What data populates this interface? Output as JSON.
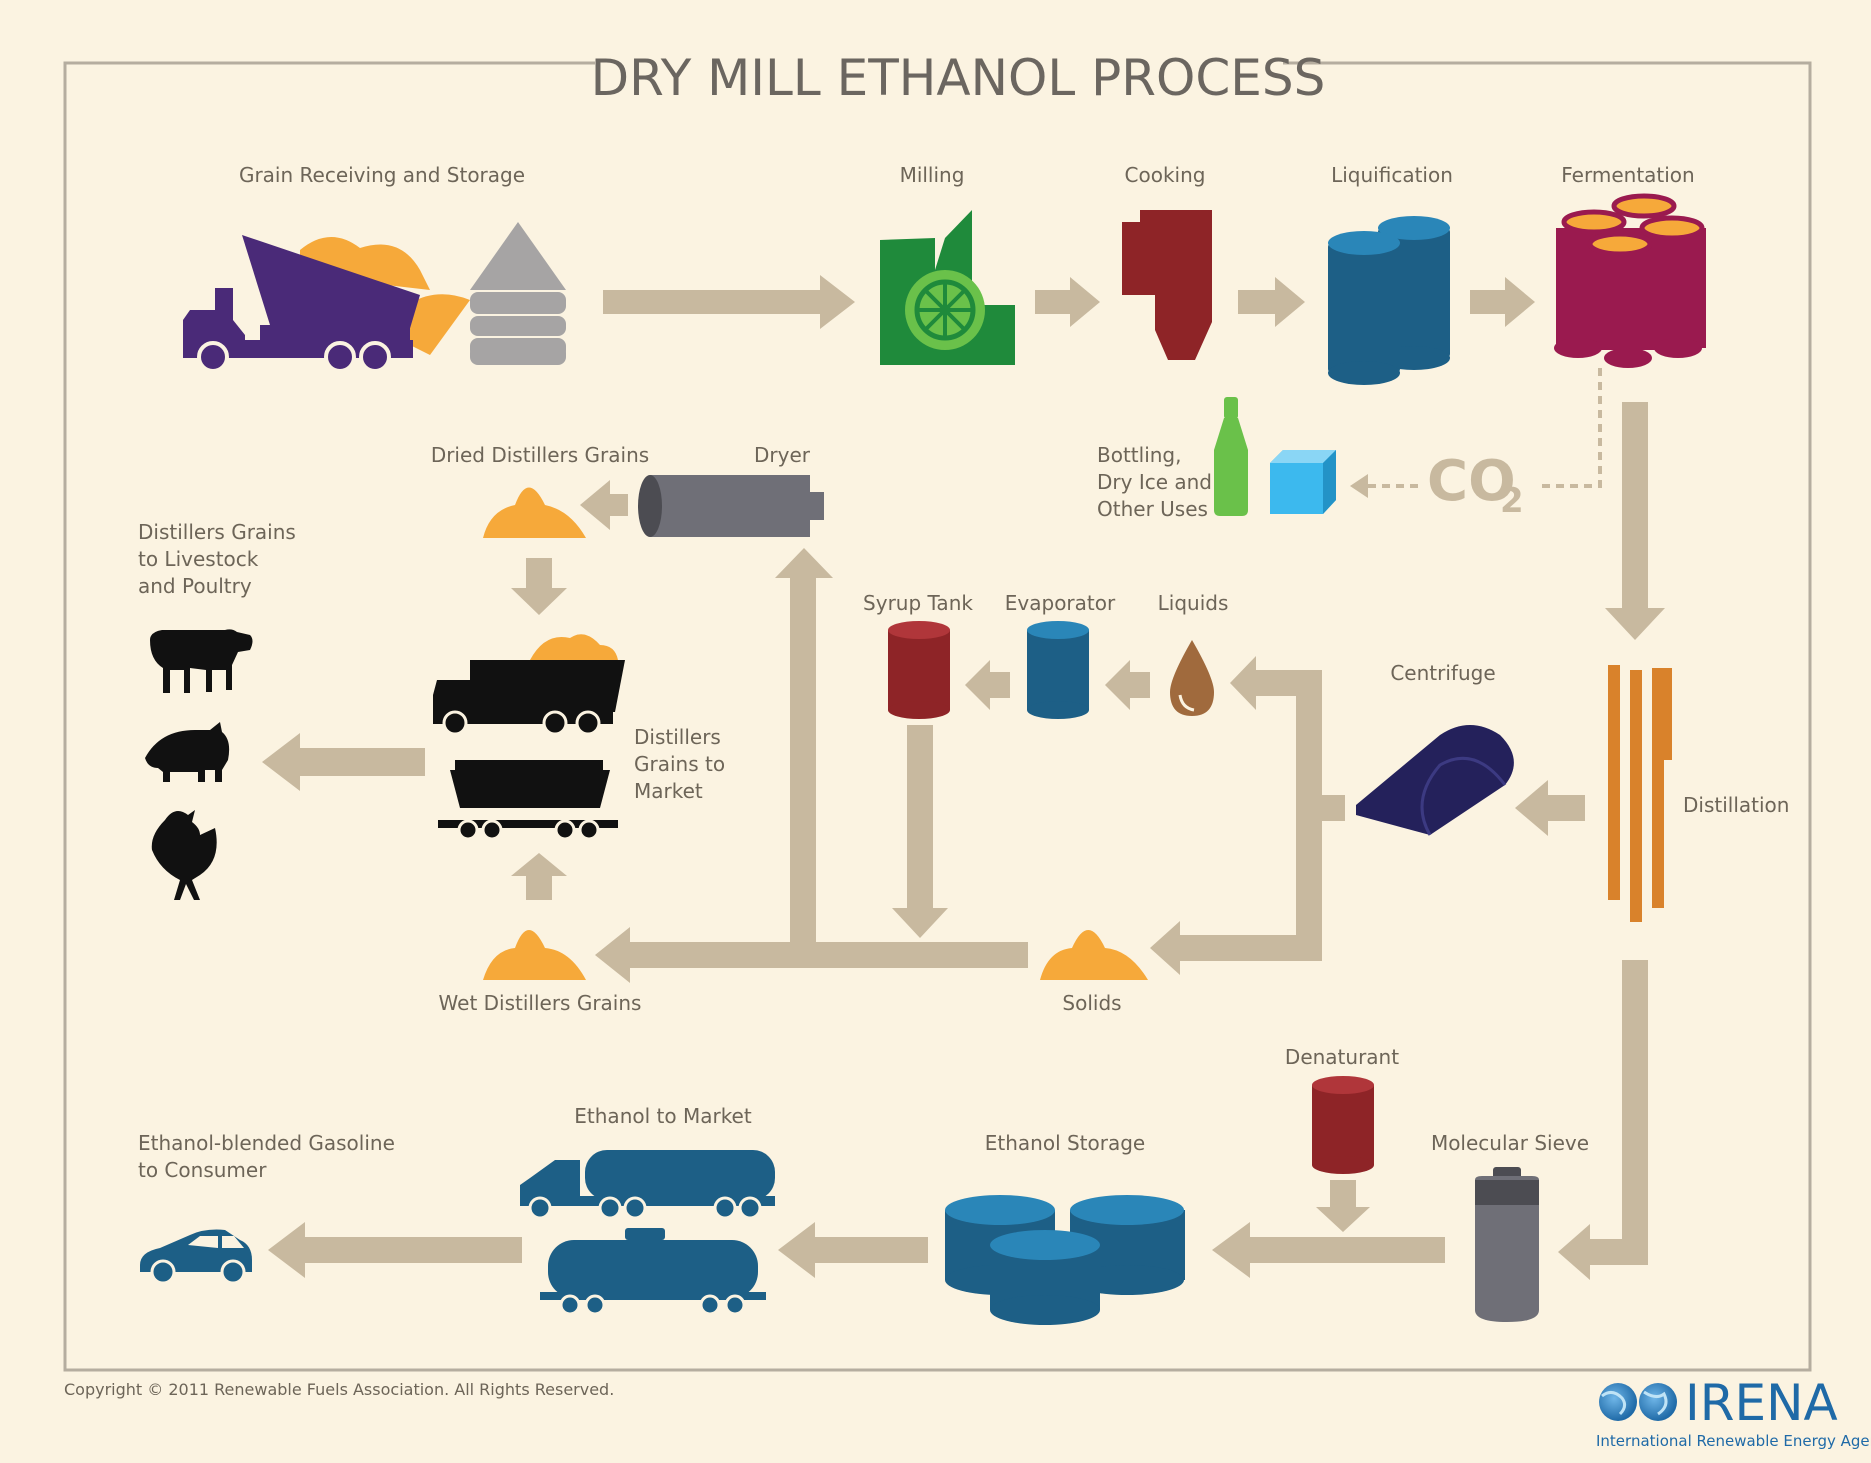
{
  "title": "DRY MILL ETHANOL PROCESS",
  "stages": {
    "grain_receiving": "Grain Receiving and Storage",
    "milling": "Milling",
    "cooking": "Cooking",
    "liquification": "Liquification",
    "fermentation": "Fermentation",
    "bottling": [
      "Bottling,",
      "Dry Ice and",
      "Other Uses"
    ],
    "co2": "CO",
    "co2_sub": "2",
    "dried_distillers_grains": "Dried Distillers Grains",
    "dryer": "Dryer",
    "livestock": [
      "Distillers Grains",
      "to Livestock",
      "and Poultry"
    ],
    "syrup_tank": "Syrup Tank",
    "evaporator": "Evaporator",
    "liquids": "Liquids",
    "centrifuge": "Centrifuge",
    "distillers_market": [
      "Distillers",
      "Grains to",
      "Market"
    ],
    "distillation": "Distillation",
    "wet_distillers_grains": "Wet Distillers Grains",
    "solids": "Solids",
    "denaturant": "Denaturant",
    "ethanol_to_market": "Ethanol to Market",
    "consumer": [
      "Ethanol-blended Gasoline",
      "to Consumer"
    ],
    "ethanol_storage": "Ethanol Storage",
    "molecular_sieve": "Molecular Sieve"
  },
  "footer": {
    "copyright": "Copyright © 2011 Renewable Fuels Association. All Rights Reserved.",
    "logo_name": "IRENA",
    "logo_sub": "International Renewable Energy Agency"
  },
  "colors": {
    "background": "#fbf3e1",
    "arrow": "#c8b99f",
    "purple": "#4a2a78",
    "orange": "#f6a93a",
    "green": "#1f8a3b",
    "red": "#8e2427",
    "blue": "#1d5f86",
    "magenta": "#9a1a4f",
    "gray": "#6f6f77"
  }
}
